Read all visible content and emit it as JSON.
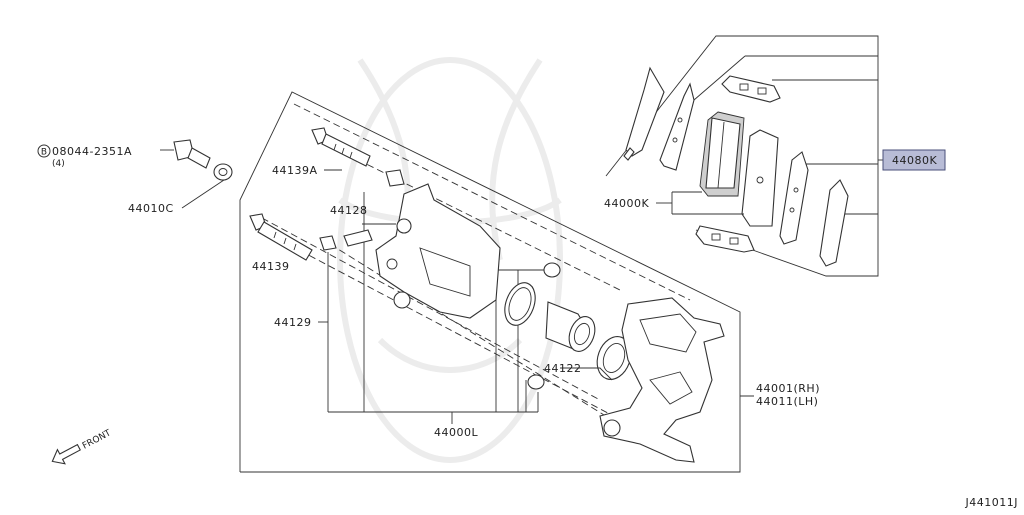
{
  "diagram_code": "J441011J",
  "front_label": "FRONT",
  "bolt": {
    "part_number": "08044-2351A",
    "prefix_symbol": "B",
    "quantity": "(4)"
  },
  "labels": {
    "washer": "44010C",
    "guide_pin_upper": "44139A",
    "guide_pin_lower": "44139",
    "bleeder": "44128",
    "boot_pin": "44129",
    "piston_seal": "44122",
    "pad_kit": "44080K",
    "hardware_kit": "44000K",
    "caliper_kit": "44000L",
    "caliper_rh": "44001(RH)",
    "caliper_lh": "44011(LH)"
  },
  "colors": {
    "highlight_fill": "#b8bcd6",
    "highlight_stroke": "#4a4f7a",
    "line": "#333333"
  }
}
